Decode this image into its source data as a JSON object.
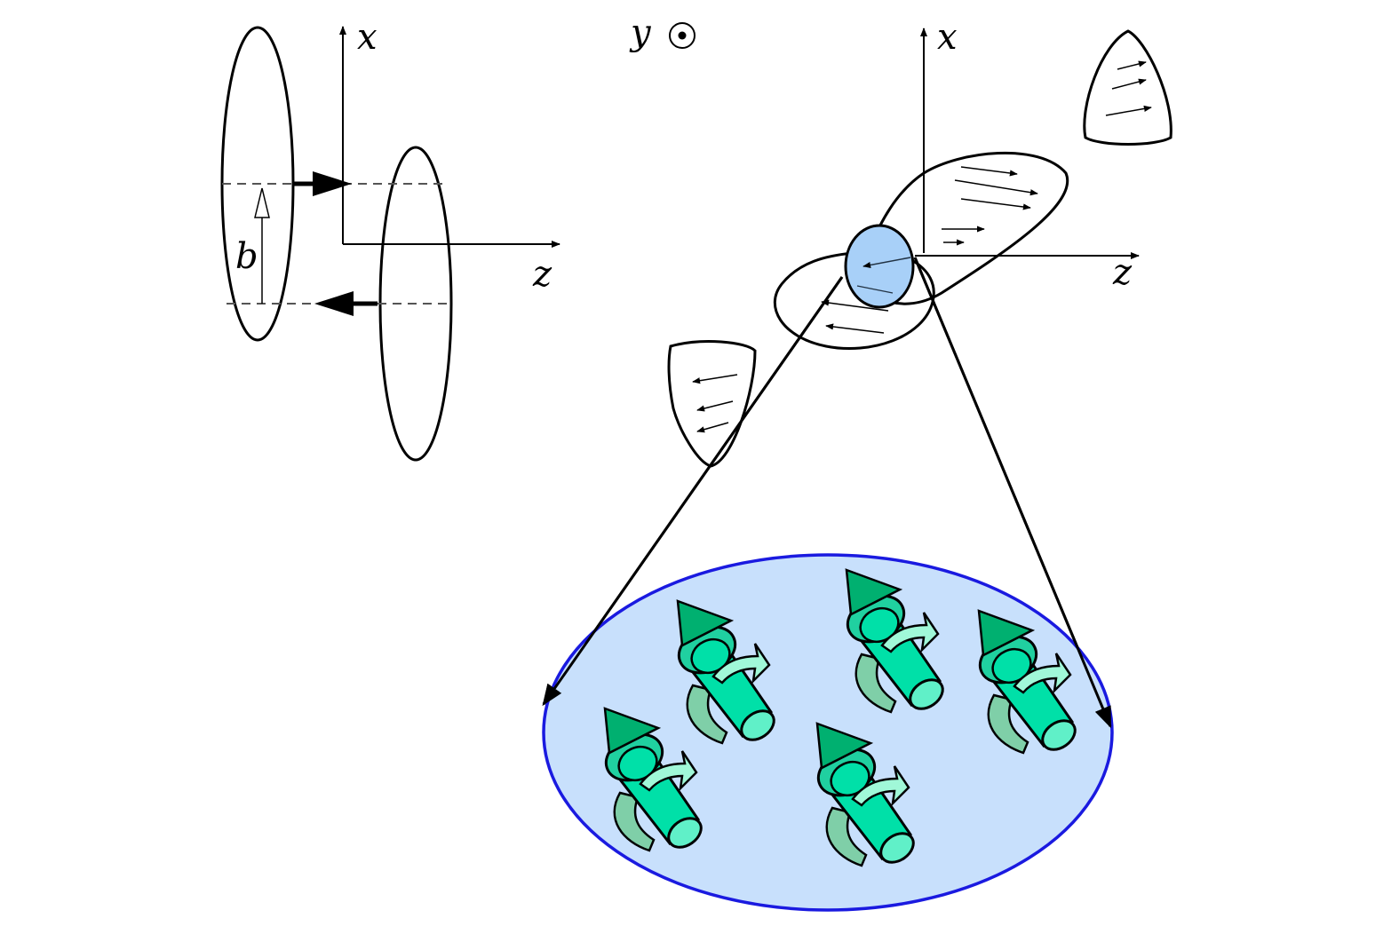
{
  "labels": {
    "left_axis_x": "x",
    "left_axis_z": "z",
    "impact_parameter": "b",
    "y_axis": "y",
    "right_axis_x": "x",
    "right_axis_z": "z"
  },
  "colors": {
    "overlap_region": "#a8d0f8",
    "zoom_disk_fill": "#c8e0fc",
    "zoom_disk_edge": "#1a1ae0",
    "spin_cylinder": "#00e0a8",
    "spin_cone": "#00b070",
    "spin_curl": "#a0f8d8"
  },
  "spin_count": 5
}
